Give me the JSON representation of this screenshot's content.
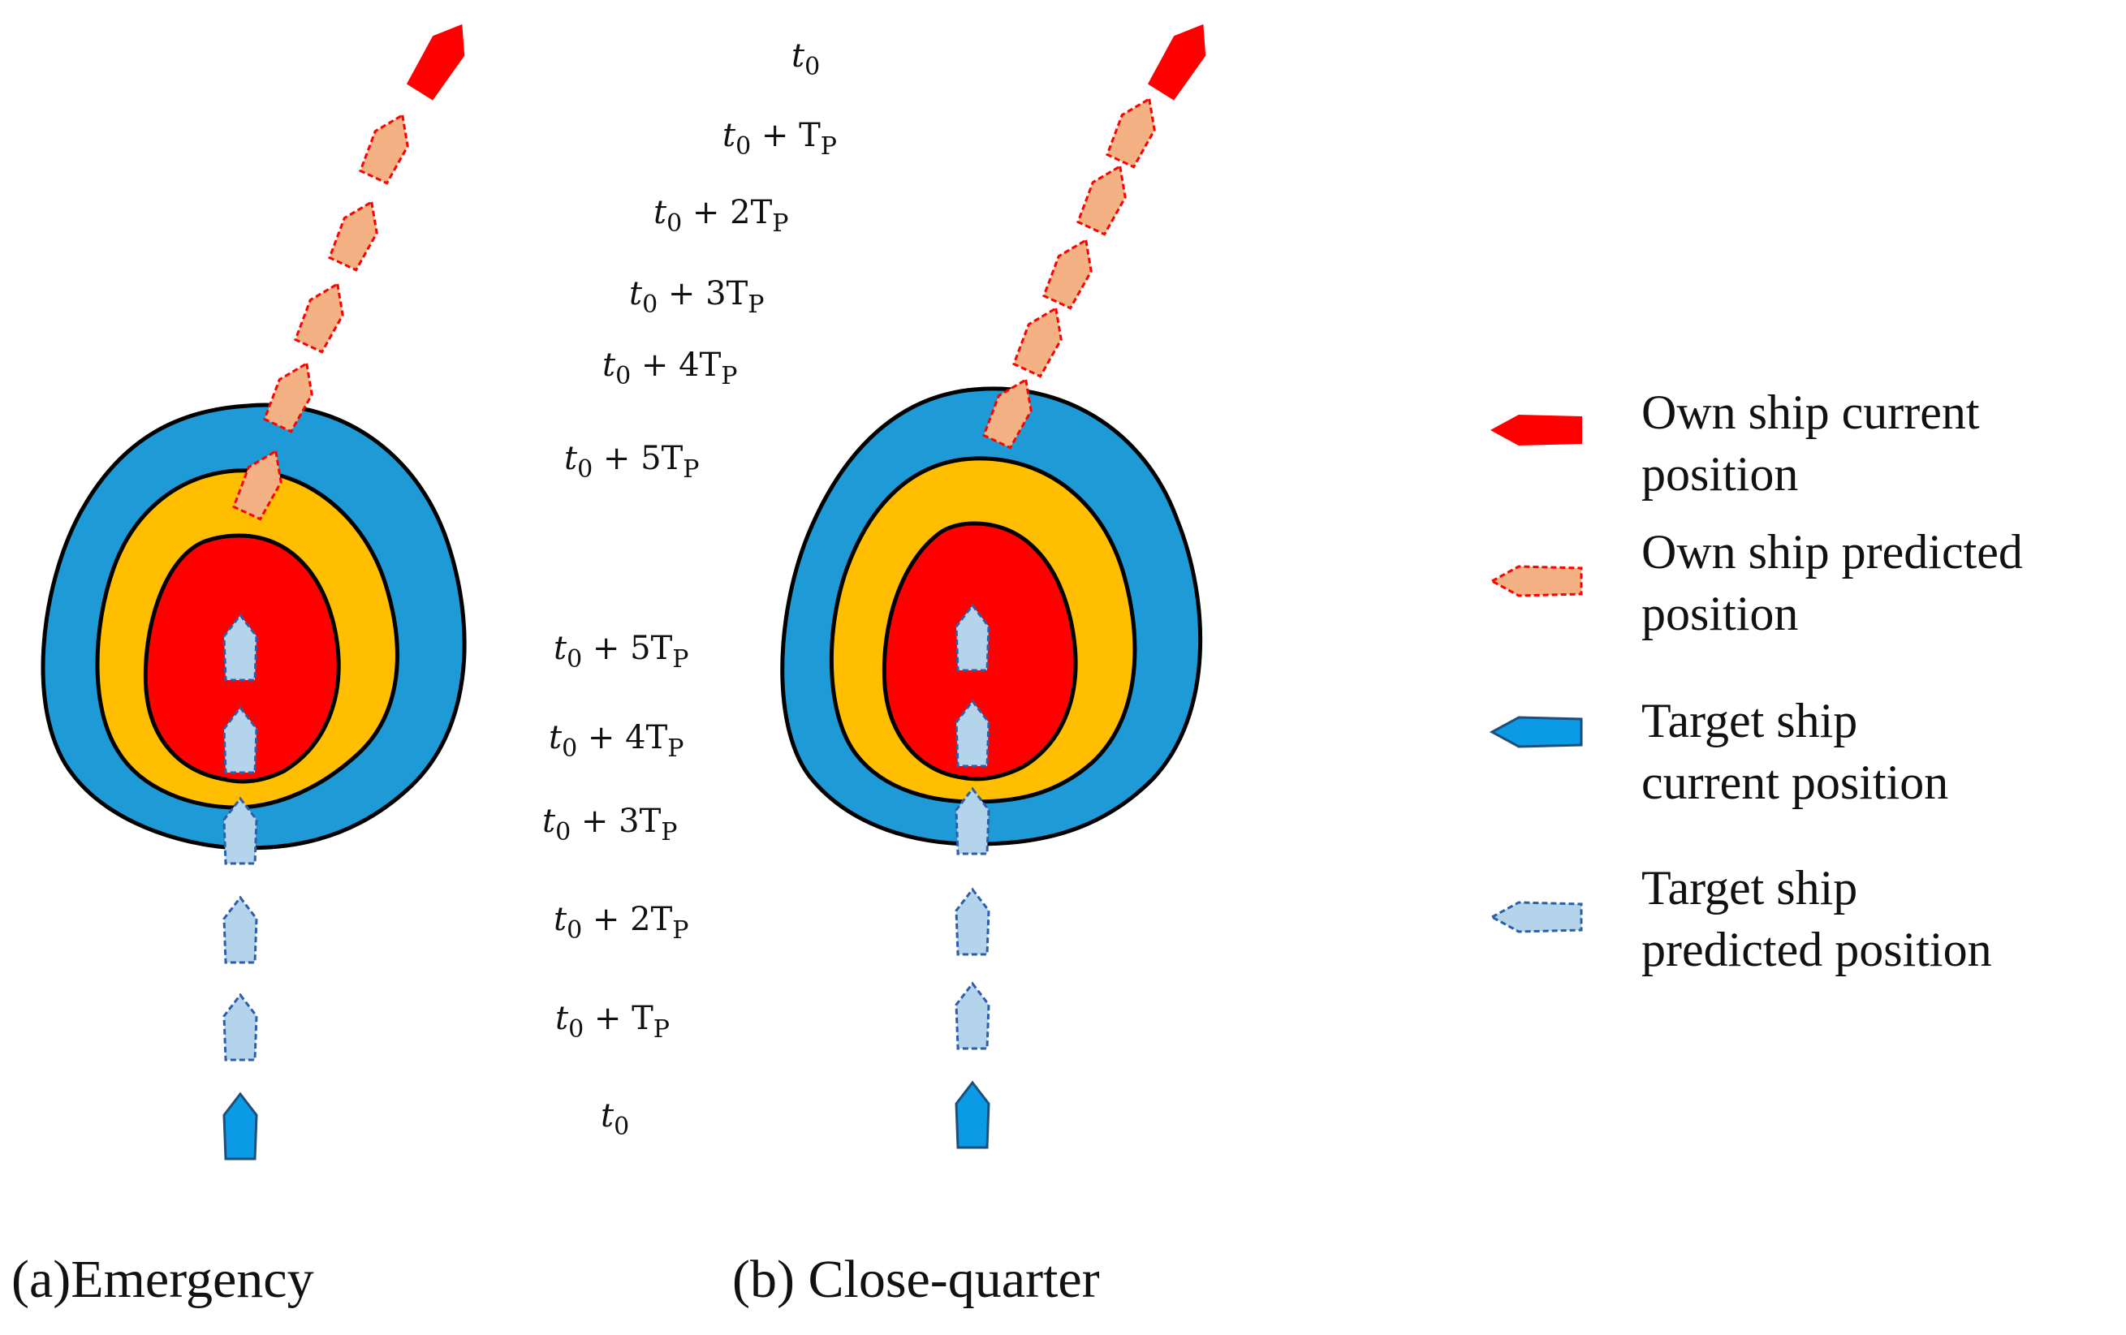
{
  "colors": {
    "outer_zone": "#1e9ad6",
    "middle_zone": "#ffbf00",
    "inner_zone": "#ff0000",
    "own_current": "#ff0000",
    "own_predicted_fill": "#f4b183",
    "own_predicted_stroke": "#ff0000",
    "target_current_fill": "#0a9ae6",
    "target_current_stroke": "#1f4e79",
    "target_predicted_fill": "#b4d4ec",
    "target_predicted_stroke": "#2e5ea8"
  },
  "own_labels": [
    {
      "base": "t",
      "sub": "0",
      "rest": "",
      "rest_sub": ""
    },
    {
      "base": "t",
      "sub": "0",
      "rest": " + T",
      "rest_sub": "P"
    },
    {
      "base": "t",
      "sub": "0",
      "rest": " + 2T",
      "rest_sub": "P"
    },
    {
      "base": "t",
      "sub": "0",
      "rest": " + 3T",
      "rest_sub": "P"
    },
    {
      "base": "t",
      "sub": "0",
      "rest": " + 4T",
      "rest_sub": "P"
    },
    {
      "base": "t",
      "sub": "0",
      "rest": " + 5T",
      "rest_sub": "P"
    }
  ],
  "target_labels": [
    {
      "base": "t",
      "sub": "0",
      "rest": " + 5T",
      "rest_sub": "P"
    },
    {
      "base": "t",
      "sub": "0",
      "rest": " + 4T",
      "rest_sub": "P"
    },
    {
      "base": "t",
      "sub": "0",
      "rest": " + 3T",
      "rest_sub": "P"
    },
    {
      "base": "t",
      "sub": "0",
      "rest": " + 2T",
      "rest_sub": "P"
    },
    {
      "base": "t",
      "sub": "0",
      "rest": " + T",
      "rest_sub": "P"
    },
    {
      "base": "t",
      "sub": "0",
      "rest": "",
      "rest_sub": ""
    }
  ],
  "legend": [
    {
      "icon": "own-ship-current-icon",
      "line1": "Own ship current",
      "line2": "position"
    },
    {
      "icon": "own-ship-predicted-icon",
      "line1": "Own ship predicted",
      "line2": "position"
    },
    {
      "icon": "target-ship-current-icon",
      "line1": "Target ship",
      "line2": "current position"
    },
    {
      "icon": "target-ship-predicted-icon",
      "line1": "Target ship",
      "line2": "predicted position"
    }
  ],
  "captions": {
    "a": "(a)Emergency",
    "b": "(b) Close-quarter"
  }
}
